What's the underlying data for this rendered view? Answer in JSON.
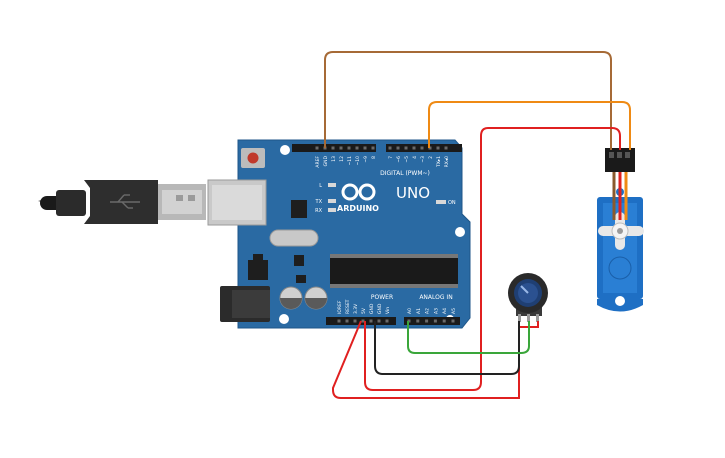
{
  "board": {
    "logo": "ARDUINO",
    "model": "UNO",
    "digital_label": "DIGITAL (PWM~)",
    "power_label": "POWER",
    "analog_label": "ANALOG IN",
    "on_label": "ON",
    "l_label": "L",
    "tx_label": "TX",
    "rx_label": "RX",
    "digital_pins": [
      "AREF",
      "GND",
      "13",
      "12",
      "~11",
      "~10",
      "~9",
      "8",
      "7",
      "~6",
      "~5",
      "4",
      "~3",
      "2",
      "TX▸1",
      "RX◂0"
    ],
    "power_pins": [
      "IOREF",
      "RESET",
      "3.3V",
      "5V",
      "GND",
      "GND",
      "Vin"
    ],
    "analog_pins": [
      "A0",
      "A1",
      "A2",
      "A3",
      "A4",
      "A5"
    ]
  },
  "colors": {
    "board": "#2a6aa3",
    "servo": "#1e6fc4",
    "wire_red": "#e02020",
    "wire_black": "#222222",
    "wire_green": "#3aa63a",
    "wire_orange": "#ef8a14",
    "wire_brown": "#a66a36"
  },
  "icons": {
    "usb": "usb-icon",
    "logo": "infinity-icon"
  }
}
